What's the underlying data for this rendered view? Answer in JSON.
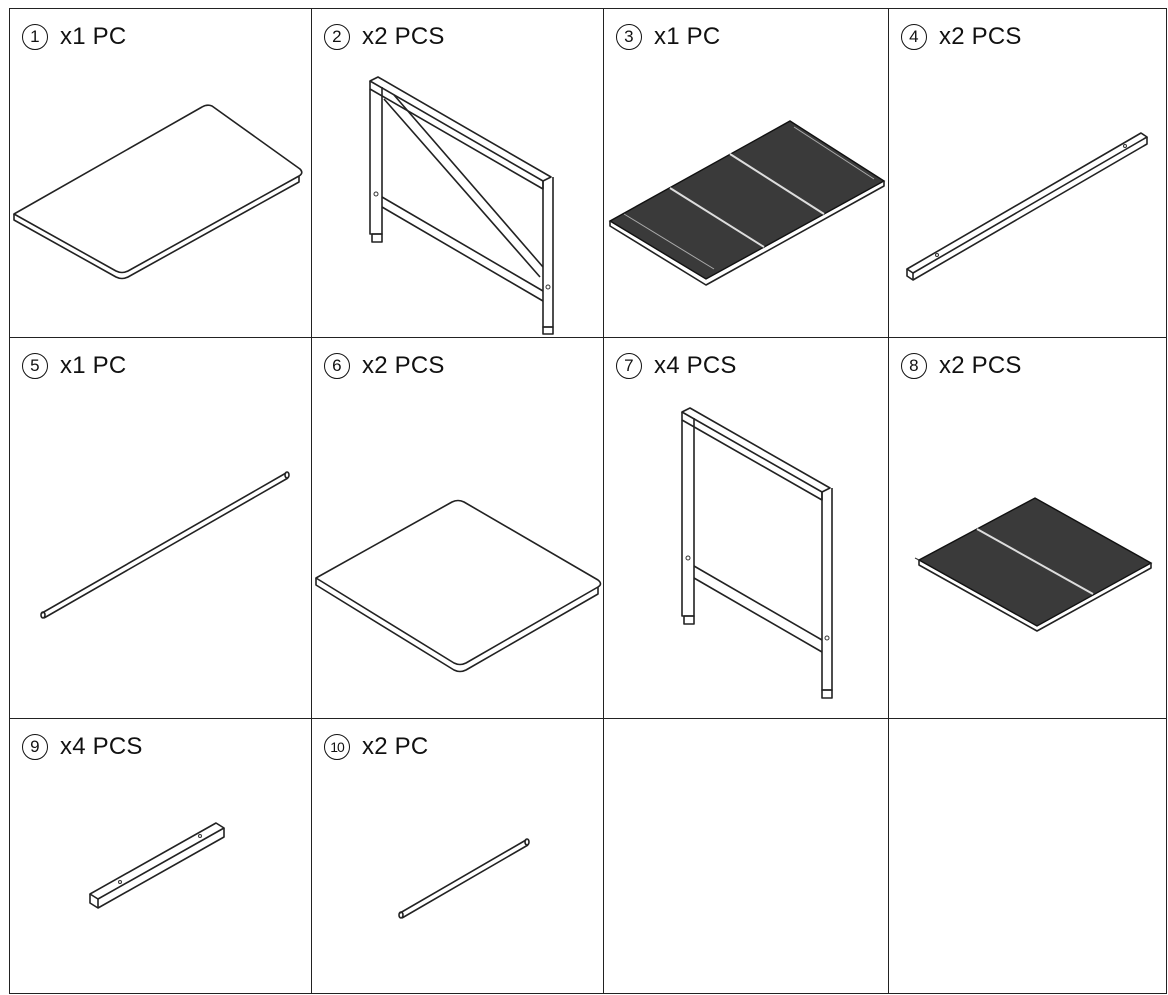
{
  "parts": [
    {
      "number": "1",
      "quantity": "x1 PC",
      "icon": "tabletop-icon"
    },
    {
      "number": "2",
      "quantity": "x2 PCS",
      "icon": "braced-leg-frame-icon"
    },
    {
      "number": "3",
      "quantity": "x1 PC",
      "icon": "mesh-shelf-long-icon"
    },
    {
      "number": "4",
      "quantity": "x2 PCS",
      "icon": "square-tube-beam-icon"
    },
    {
      "number": "5",
      "quantity": "x1 PC",
      "icon": "long-rod-icon"
    },
    {
      "number": "6",
      "quantity": "x2 PCS",
      "icon": "square-board-icon"
    },
    {
      "number": "7",
      "quantity": "x4 PCS",
      "icon": "leg-frame-icon"
    },
    {
      "number": "8",
      "quantity": "x2 PCS",
      "icon": "mesh-shelf-square-icon"
    },
    {
      "number": "9",
      "quantity": "x4 PCS",
      "icon": "short-square-tube-icon"
    },
    {
      "number": "10",
      "quantity": "x2 PC",
      "icon": "short-rod-icon"
    }
  ],
  "colors": {
    "line": "#222222",
    "mesh": "#3a3a3a",
    "background": "#ffffff"
  }
}
